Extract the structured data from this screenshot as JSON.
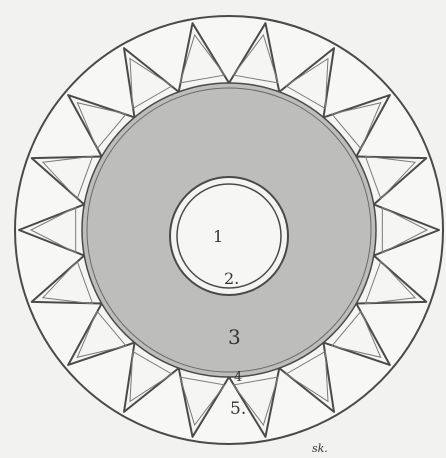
{
  "diagram": {
    "labels": {
      "zone1": "1",
      "zone2": "2.",
      "zone3": "3",
      "zone4": "4",
      "zone5": "5.",
      "signature": "sk."
    },
    "triangle_count": 18,
    "colors": {
      "paper": "#f2f2f0",
      "line": "#4a4a4a",
      "shaded_ring": "#bdbdbb",
      "inner_disc": "#f4f4f2",
      "triangle_fill": "#f5f5f3"
    }
  }
}
